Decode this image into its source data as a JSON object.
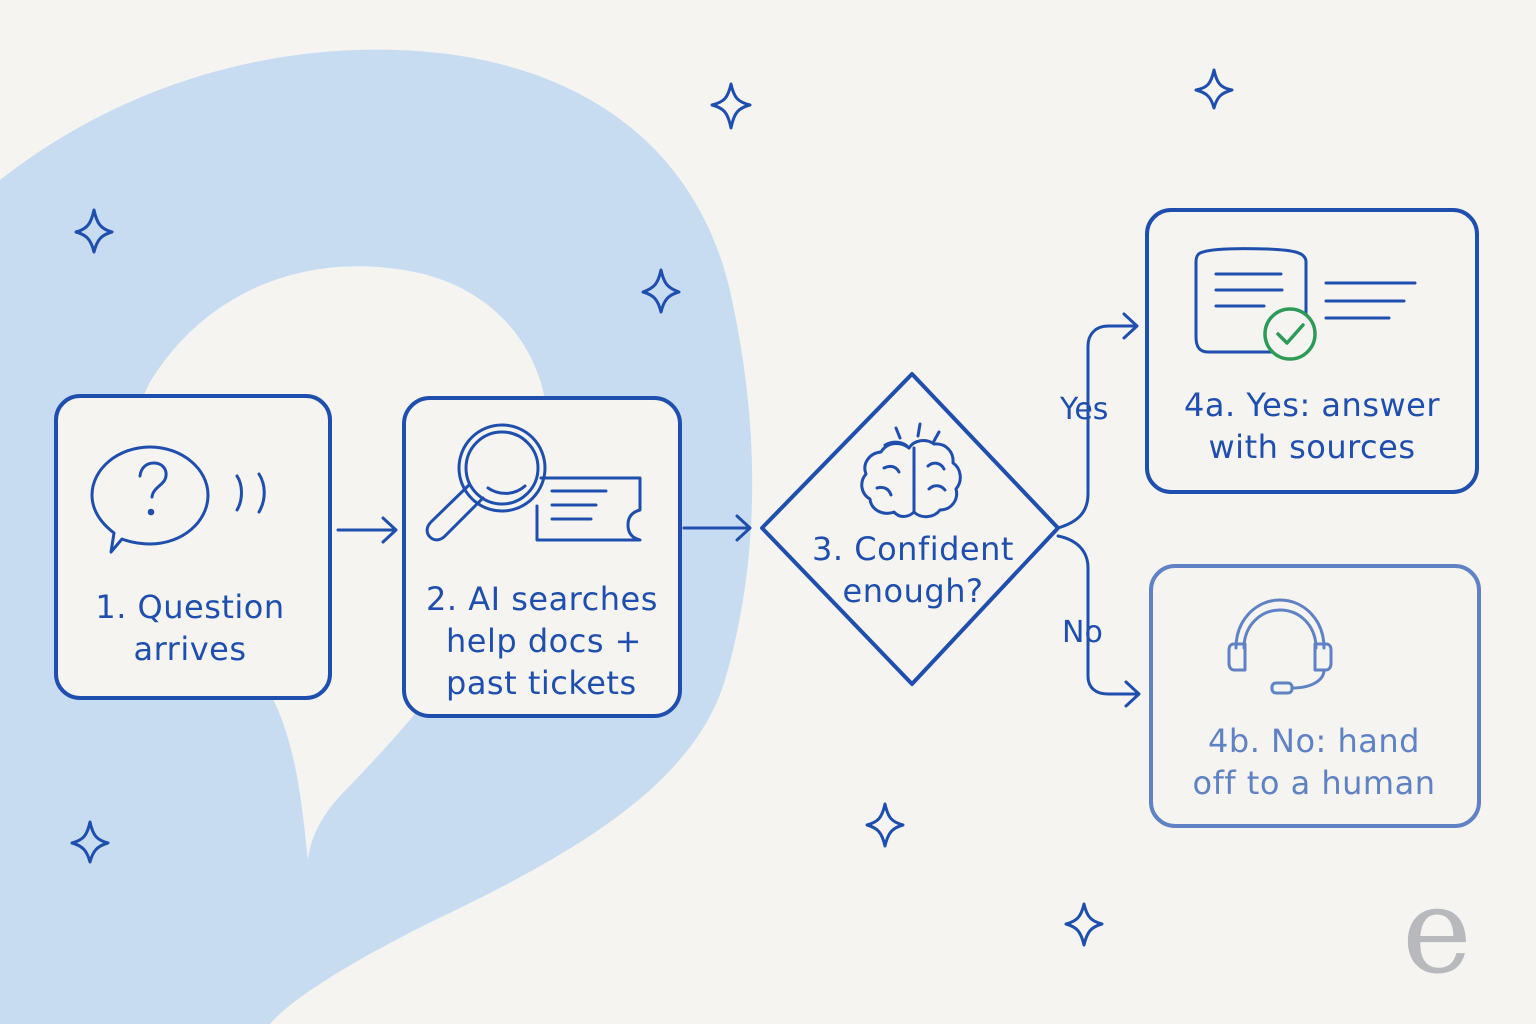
{
  "colors": {
    "background": "#f5f4f1",
    "blob": "#c7dcf1",
    "ink": "#1f4fae",
    "faded_ink": "#5f82c4",
    "check": "#2d9a57",
    "logo": "#b7b9bd"
  },
  "diagram": {
    "steps": [
      {
        "id": "step-1",
        "lines": [
          "1. Question",
          "arrives"
        ],
        "icon": "speech-bubble-question-icon"
      },
      {
        "id": "step-2",
        "lines": [
          "2. AI searches",
          "help docs +",
          "past tickets"
        ],
        "icon": "magnifying-glass-icon"
      },
      {
        "id": "step-3",
        "lines": [
          "3. Confident",
          "enough?"
        ],
        "icon": "brain-icon"
      },
      {
        "id": "step-4a",
        "lines": [
          "4a. Yes: answer",
          "with sources"
        ],
        "icon": "document-check-icon"
      },
      {
        "id": "step-4b",
        "lines": [
          "4b. No: hand",
          "off to a human"
        ],
        "icon": "headset-icon"
      }
    ],
    "branches": {
      "yes": "Yes",
      "no": "No"
    }
  },
  "logo": {
    "text": "e"
  }
}
